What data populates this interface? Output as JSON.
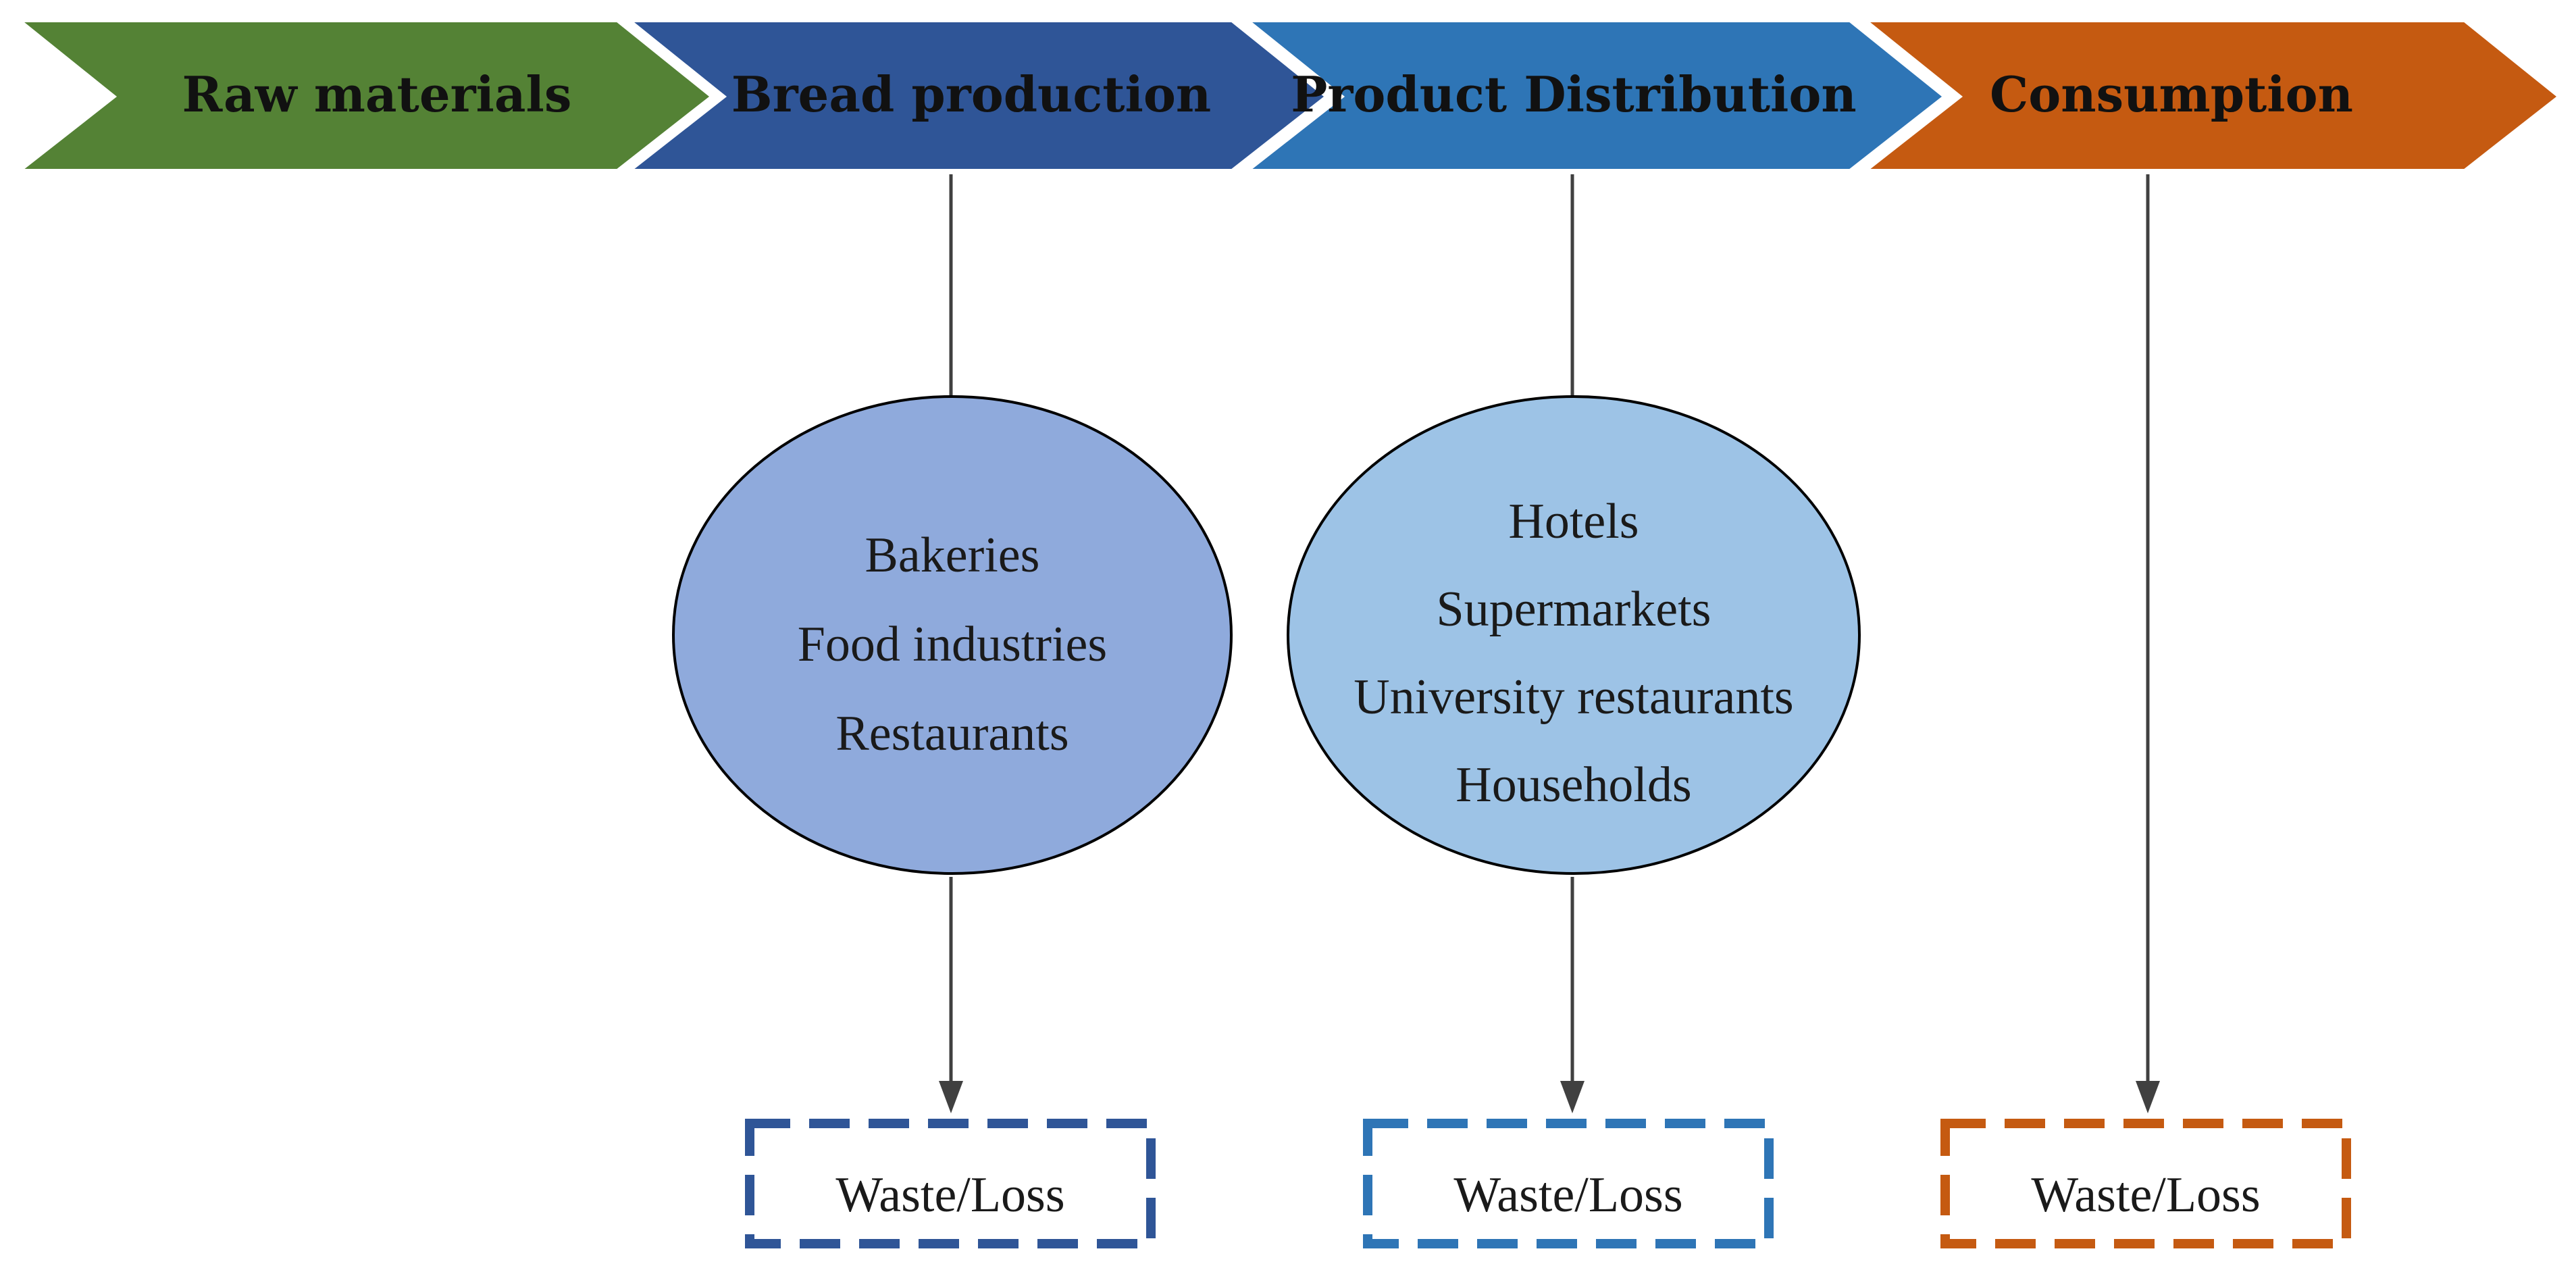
{
  "stages": [
    {
      "label": "Raw materials",
      "color": "#548235"
    },
    {
      "label": "Bread production",
      "color": "#2F5597"
    },
    {
      "label": "Product Distribution",
      "color": "#2E75B6"
    },
    {
      "label": "Consumption",
      "color": "#C55A11"
    }
  ],
  "bread_production_actors": {
    "color": "#8FAADC",
    "items": [
      "Bakeries",
      "Food industries",
      "Restaurants"
    ]
  },
  "distribution_actors": {
    "color": "#9DC3E6",
    "items": [
      "Hotels",
      "Supermarkets",
      "University restaurants",
      "Households"
    ]
  },
  "waste_boxes": [
    {
      "label": "Waste/Loss",
      "color": "#2F5597"
    },
    {
      "label": "Waste/Loss",
      "color": "#2E75B6"
    },
    {
      "label": "Waste/Loss",
      "color": "#C55A11"
    }
  ],
  "connector_color": "#404040"
}
